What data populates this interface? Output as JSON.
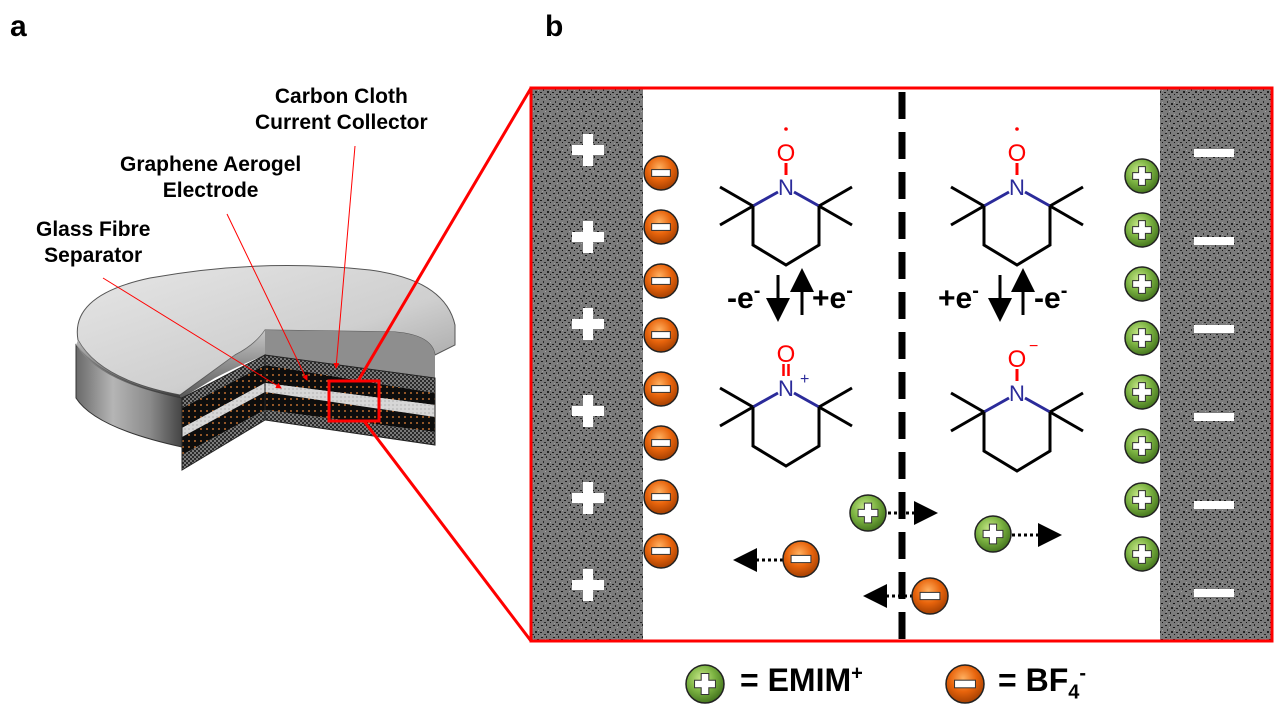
{
  "panel_a": {
    "label": "a",
    "callouts": [
      {
        "id": "carbon-cloth",
        "line1": "Carbon Cloth",
        "line2": "Current Collector"
      },
      {
        "id": "graphene-aerogel",
        "line1": "Graphene Aerogel",
        "line2": "Electrode"
      },
      {
        "id": "glass-fibre",
        "line1": "Glass Fibre",
        "line2": "Separator"
      }
    ],
    "highlight_color": "#ff0000"
  },
  "panel_b": {
    "label": "b",
    "frame_color": "#ff0000",
    "left_electrode": {
      "sign": "+",
      "sign_count": 6,
      "adsorbed_ion": "BF4-",
      "adsorbed_count": 8
    },
    "right_electrode": {
      "sign": "−",
      "sign_count": 6,
      "adsorbed_ion": "EMIM+",
      "adsorbed_count": 8
    },
    "left_half": {
      "top_molecule": {
        "name": "TEMPO radical",
        "O_label": "O",
        "N_label": "N",
        "radical_dot": "·"
      },
      "bottom_molecule": {
        "name": "oxoammonium cation",
        "O_label": "O",
        "N_label": "N",
        "charge": "+"
      },
      "reaction": {
        "down_label": "-e",
        "down_sup": "-",
        "up_label": "+e",
        "up_sup": "-"
      }
    },
    "right_half": {
      "top_molecule": {
        "name": "TEMPO radical",
        "O_label": "O",
        "N_label": "N",
        "radical_dot": "·"
      },
      "bottom_molecule": {
        "name": "aminoxyl anion",
        "O_label": "O",
        "N_label": "N",
        "charge": "−"
      },
      "reaction": {
        "down_label": "+e",
        "down_sup": "-",
        "up_label": "-e",
        "up_sup": "-"
      }
    },
    "mobile_ions": [
      {
        "ion": "cation",
        "direction": "right"
      },
      {
        "ion": "cation",
        "direction": "right"
      },
      {
        "ion": "anion",
        "direction": "left"
      },
      {
        "ion": "anion",
        "direction": "left"
      }
    ],
    "colors": {
      "oxygen": "#ff0000",
      "nitrogen": "#2b2b9a",
      "cation": "#7cb342",
      "anion": "#e8640c"
    }
  },
  "legend": {
    "cation_text": "= EMIM",
    "cation_sup": "+",
    "anion_text": "= BF",
    "anion_sub": "4",
    "anion_sup": "-"
  }
}
